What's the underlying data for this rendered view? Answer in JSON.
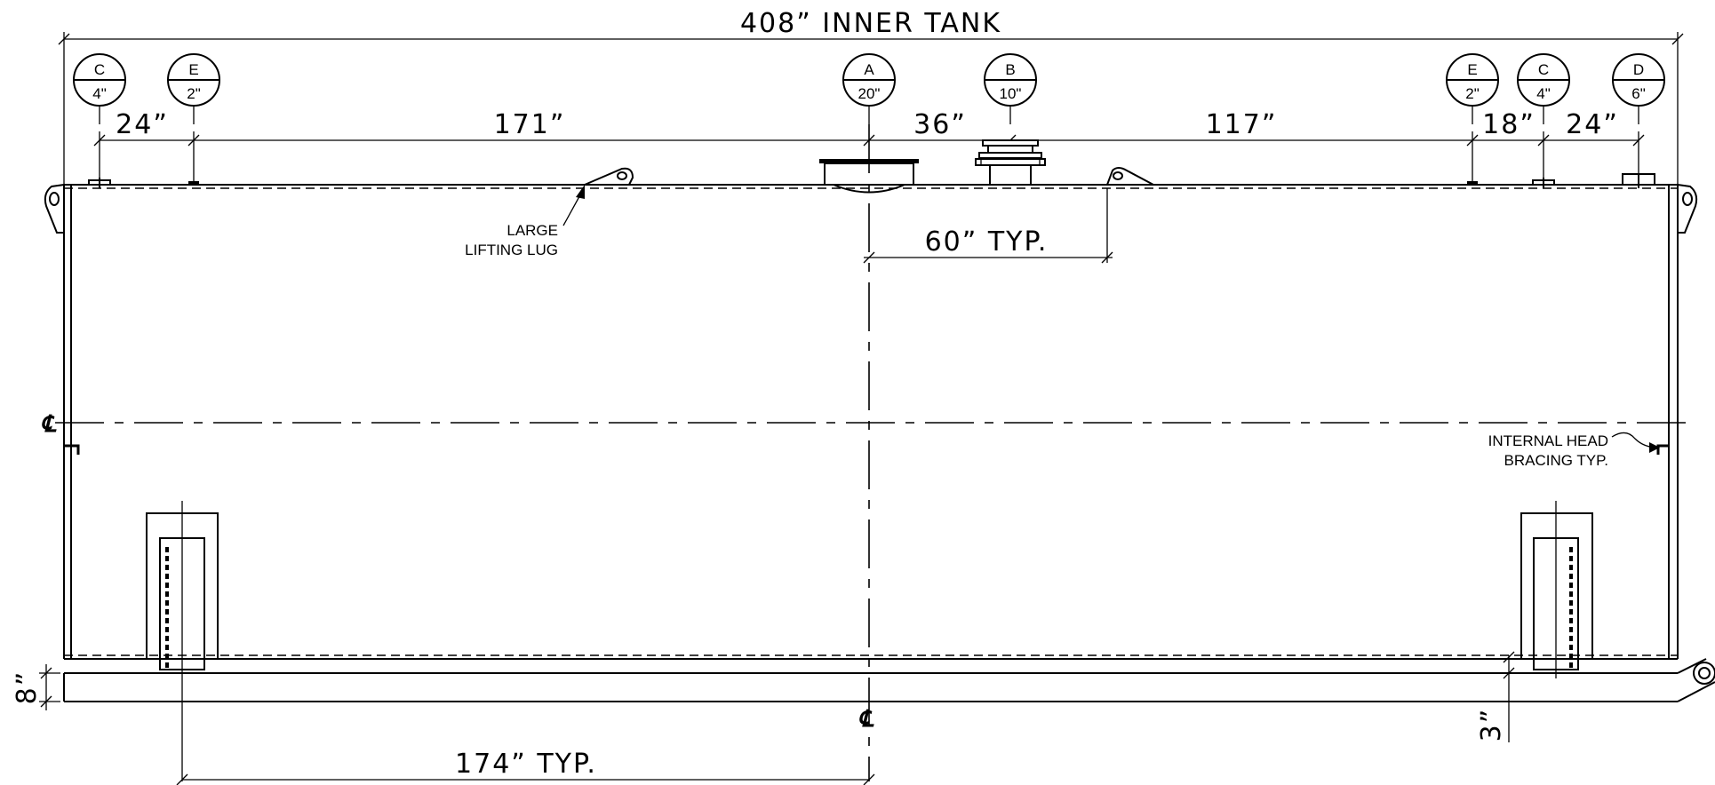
{
  "title": "408” INNER TANK",
  "nozzles": [
    {
      "letter": "C",
      "size": "4\""
    },
    {
      "letter": "E",
      "size": "2\""
    },
    {
      "letter": "A",
      "size": "20\""
    },
    {
      "letter": "B",
      "size": "10\""
    },
    {
      "letter": "E",
      "size": "2\""
    },
    {
      "letter": "C",
      "size": "4\""
    },
    {
      "letter": "D",
      "size": "6\""
    }
  ],
  "dimensions": {
    "d1": "24”",
    "d2": "171”",
    "d3": "36”",
    "d4": "117”",
    "d5": "18”",
    "d6": "24”",
    "lug_spacing": "60” TYP.",
    "skid_height": "8”",
    "skid_offset": "3”",
    "saddle_spacing": "174” TYP."
  },
  "notes": {
    "lug_line1": "LARGE",
    "lug_line2": "LIFTING LUG",
    "brace_line1": "INTERNAL HEAD",
    "brace_line2": "BRACING TYP."
  },
  "centerline_symbol": "℄"
}
